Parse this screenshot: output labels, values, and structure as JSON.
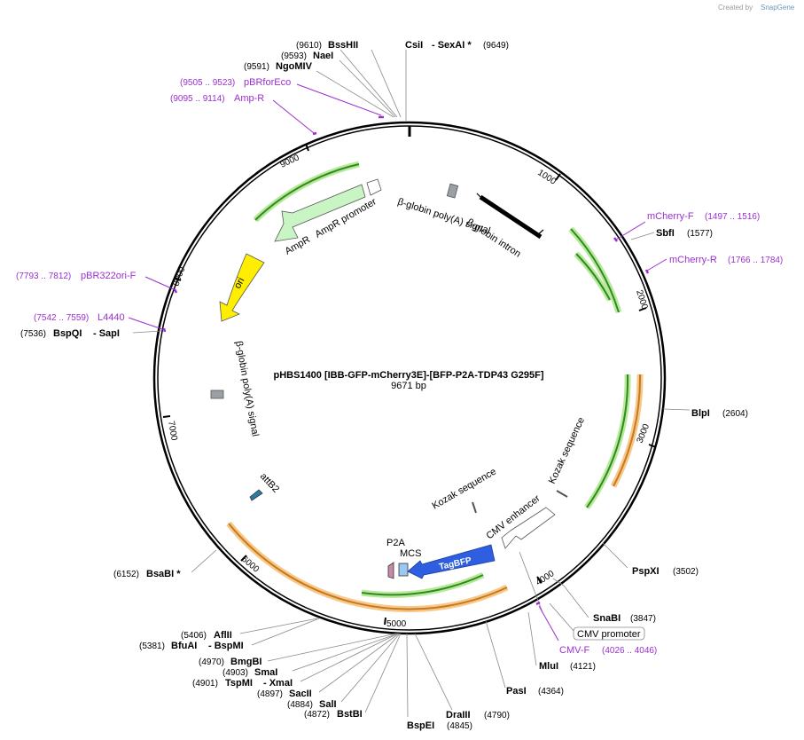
{
  "credit": {
    "created_by": "Created by",
    "brand": "SnapGene"
  },
  "plasmid": {
    "name": "pHBS1400 [IBB-GFP-mCherry3E]-[BFP-P2A-TDP43 G295F]",
    "size": "9671 bp"
  },
  "ticks": [
    "1000",
    "2000",
    "3000",
    "4000",
    "5000",
    "6000",
    "7000",
    "8000",
    "9000"
  ],
  "sites": {
    "bsshii": {
      "pos": "(9610)",
      "name": "BssHII"
    },
    "naei": {
      "pos": "(9593)",
      "name": "NaeI"
    },
    "ngomiv": {
      "pos": "(9591)",
      "name": "NgoMIV"
    },
    "csii": {
      "name": "CsiI",
      "name2": "- SexAI *",
      "pos": "(9649)"
    },
    "sbfi": {
      "name": "SbfI",
      "pos": "(1577)"
    },
    "blpi": {
      "name": "BlpI",
      "pos": "(2604)"
    },
    "pspxi": {
      "name": "PspXI",
      "pos": "(3502)"
    },
    "snabi": {
      "name": "SnaBI",
      "pos": "(3847)"
    },
    "mlui": {
      "name": "MluI",
      "pos": "(4121)"
    },
    "pasi": {
      "name": "PasI",
      "pos": "(4364)"
    },
    "draiii": {
      "name": "DraIII",
      "pos": "(4790)"
    },
    "bspei": {
      "name": "BspEI",
      "pos": "(4845)"
    },
    "bstbi": {
      "pos": "(4872)",
      "name": "BstBI"
    },
    "sali": {
      "pos": "(4884)",
      "name": "SalI"
    },
    "sacii": {
      "pos": "(4897)",
      "name": "SacII"
    },
    "tspmi": {
      "pos": "(4901)",
      "name": "TspMI",
      "name2": "- XmaI"
    },
    "smai": {
      "pos": "(4903)",
      "name": "SmaI"
    },
    "bmgbi": {
      "pos": "(4970)",
      "name": "BmgBI"
    },
    "bfuai": {
      "pos": "(5381)",
      "name": "BfuAI",
      "name2": "- BspMI"
    },
    "aflii": {
      "pos": "(5406)",
      "name": "AflII"
    },
    "bsabi": {
      "pos": "(6152)",
      "name": "BsaBI *"
    },
    "bspqi": {
      "pos": "(7536)",
      "name": "BspQI",
      "name2": "- SapI"
    }
  },
  "primers": {
    "pbrforeco": {
      "pos": "(9505 .. 9523)",
      "name": "pBRforEco"
    },
    "ampr": {
      "pos": "(9095 .. 9114)",
      "name": "Amp-R"
    },
    "mcherryf": {
      "name": "mCherry-F",
      "pos": "(1497 .. 1516)"
    },
    "mcherryr": {
      "name": "mCherry-R",
      "pos": "(1766 .. 1784)"
    },
    "pbr322ori": {
      "pos": "(7793 .. 7812)",
      "name": "pBR322ori-F"
    },
    "l4440": {
      "pos": "(7542 .. 7559)",
      "name": "L4440"
    },
    "cmvf": {
      "name": "CMV-F",
      "pos": "(4026 .. 4046)"
    }
  },
  "features": {
    "globin_polya_top": "β-globin poly(A) signal",
    "globin_intron": "β-globin intron",
    "ampr": "AmpR",
    "ampr_promoter": "AmpR promoter",
    "ori": "ori",
    "globin_polya_left": "β-globin poly(A) signal",
    "attb2": "attB2",
    "kozak1": "Kozak sequence",
    "kozak2": "Kozak sequence",
    "cmv_enhancer": "CMV enhancer",
    "p2a": "P2A",
    "mcs": "MCS",
    "tagbfp": "TagBFP",
    "cmv_promoter_box": "CMV promoter"
  },
  "colors": {
    "purple": "#9b30d0",
    "green": "#2e8b20",
    "green_glow": "#b8e89a",
    "orange": "#c8781e",
    "orange_glow": "#f6c98a",
    "blue": "#2f5fe0",
    "yellow": "#ffee00"
  }
}
